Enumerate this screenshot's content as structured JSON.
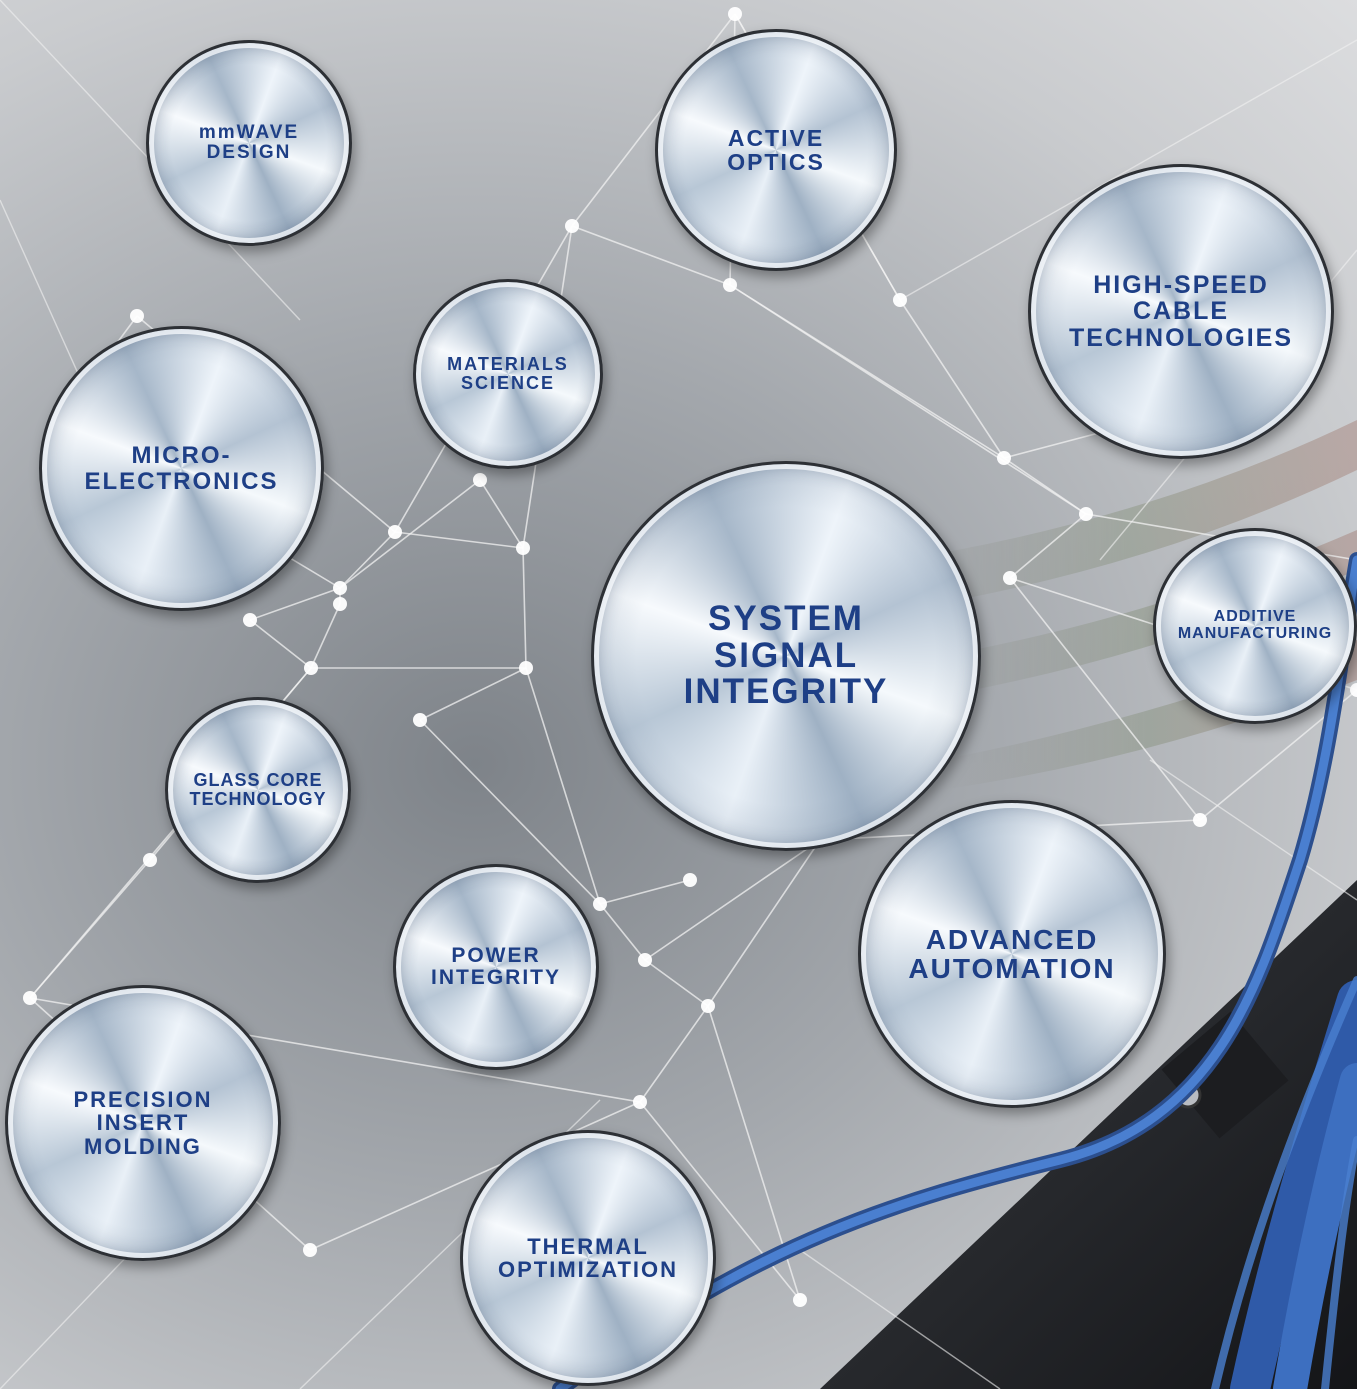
{
  "nodes": [
    {
      "id": "mmwave-design",
      "lines": [
        "mmWAVE",
        "DESIGN"
      ]
    },
    {
      "id": "active-optics",
      "lines": [
        "ACTIVE",
        "OPTICS"
      ]
    },
    {
      "id": "high-speed-cable-technologies",
      "lines": [
        "HIGH-SPEED",
        "CABLE",
        "TECHNOLOGIES"
      ]
    },
    {
      "id": "materials-science",
      "lines": [
        "MATERIALS",
        "SCIENCE"
      ]
    },
    {
      "id": "micro-electronics",
      "lines": [
        "MICRO-",
        "ELECTRONICS"
      ]
    },
    {
      "id": "system-signal-integrity",
      "lines": [
        "SYSTEM",
        "SIGNAL",
        "INTEGRITY"
      ]
    },
    {
      "id": "additive-manufacturing",
      "lines": [
        "ADDITIVE",
        "MANUFACTURING"
      ]
    },
    {
      "id": "glass-core-technology",
      "lines": [
        "GLASS CORE",
        "TECHNOLOGY"
      ]
    },
    {
      "id": "power-integrity",
      "lines": [
        "POWER",
        "INTEGRITY"
      ]
    },
    {
      "id": "advanced-automation",
      "lines": [
        "ADVANCED",
        "AUTOMATION"
      ]
    },
    {
      "id": "precision-insert-molding",
      "lines": [
        "PRECISION",
        "INSERT",
        "MOLDING"
      ]
    },
    {
      "id": "thermal-optimization",
      "lines": [
        "THERMAL",
        "OPTIMIZATION"
      ]
    }
  ],
  "colors": {
    "label": "#1e3f86",
    "cable": "#3d6fc0",
    "network_line": "#f2f2f2"
  }
}
